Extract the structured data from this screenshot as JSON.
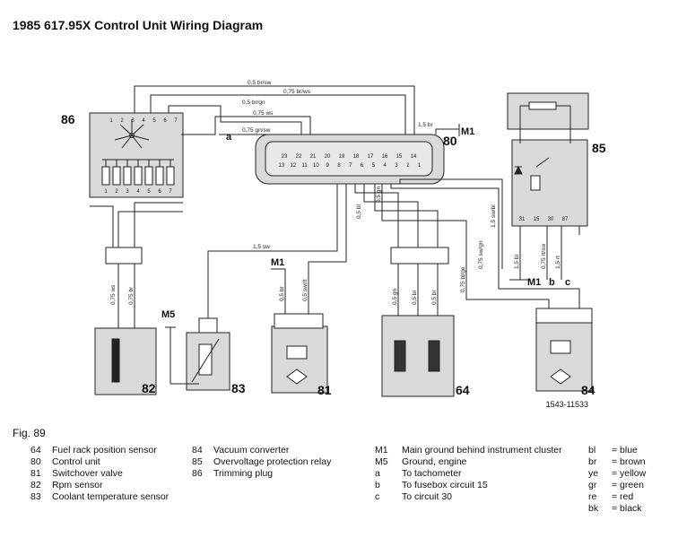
{
  "title": "1985 617.95X Control Unit Wiring Diagram",
  "figure": "Fig. 89",
  "diagram_id": "1543-11533",
  "components": {
    "c86": "86",
    "c80": "80",
    "c85": "85",
    "c82": "82",
    "c83": "83",
    "c81": "81",
    "c64": "64",
    "c84": "84"
  },
  "grounds": {
    "m1_top": "M1",
    "m1_mid": "M1",
    "m1_bottom": "M1",
    "m5": "M5"
  },
  "terminals": {
    "a": "a",
    "b": "b",
    "c": "c"
  },
  "wire_labels": {
    "w1": "0,5 br/sw",
    "w2": "0,75 br/ws",
    "w3": "0,5 br/gn",
    "w4": "0,75 ws",
    "w5": "0,75 gn/sw",
    "w6": "1,5 br",
    "w7": "1,5 sw",
    "w8": "0,75 ws",
    "w9": "0,75 br",
    "w10": "0,5 br",
    "w11": "0,5 sw/rt",
    "w12": "0,5 bl",
    "w13": "0,5 gn",
    "w14": "0,5 gn",
    "w15": "0,5 bl",
    "w16": "0,5 br",
    "w17": "0,75 bl/ge",
    "w18": "0,75 sw/gn",
    "w19": "1,5 sw/bl",
    "w20": "1,5 br",
    "w21": "0,75 rt/sw",
    "w22": "1,5 rt"
  },
  "connector_pins_top": [
    "23",
    "22",
    "21",
    "20",
    "19",
    "18",
    "17",
    "16",
    "15",
    "14"
  ],
  "connector_pins_mid": [
    "13",
    "12",
    "11",
    "10",
    "9",
    "8",
    "7",
    "6",
    "5",
    "4",
    "3",
    "2",
    "1"
  ],
  "relay_pins": [
    "31",
    "15",
    "30",
    "87"
  ],
  "plug86_top": [
    "1",
    "2",
    "3",
    "4",
    "5",
    "6",
    "7"
  ],
  "plug86_bottom": [
    "1",
    "2",
    "3",
    "4",
    "5",
    "6",
    "7"
  ],
  "legend": {
    "col1": [
      {
        "code": "64",
        "text": "Fuel rack position sensor"
      },
      {
        "code": "80",
        "text": "Control unit"
      },
      {
        "code": "81",
        "text": "Switchover valve"
      },
      {
        "code": "82",
        "text": "Rpm sensor"
      },
      {
        "code": "83",
        "text": "Coolant temperature sensor"
      }
    ],
    "col2": [
      {
        "code": "84",
        "text": "Vacuum converter"
      },
      {
        "code": "85",
        "text": "Overvoltage protection relay"
      },
      {
        "code": "86",
        "text": "Trimming plug"
      }
    ],
    "col3": [
      {
        "code": "M1",
        "text": "Main ground behind instrument cluster"
      },
      {
        "code": "M5",
        "text": "Ground, engine"
      },
      {
        "code": "a",
        "text": "To tachometer"
      },
      {
        "code": "b",
        "text": "To fusebox circuit 15"
      },
      {
        "code": "c",
        "text": "To circuit 30"
      }
    ],
    "colors": [
      {
        "code": "bl",
        "text": "blue"
      },
      {
        "code": "br",
        "text": "brown"
      },
      {
        "code": "ye",
        "text": "yellow"
      },
      {
        "code": "gr",
        "text": "green"
      },
      {
        "code": "re",
        "text": "red"
      },
      {
        "code": "bk",
        "text": "black"
      }
    ]
  },
  "palette": {
    "component_fill": "#d9d9d9",
    "wire": "#222222"
  }
}
